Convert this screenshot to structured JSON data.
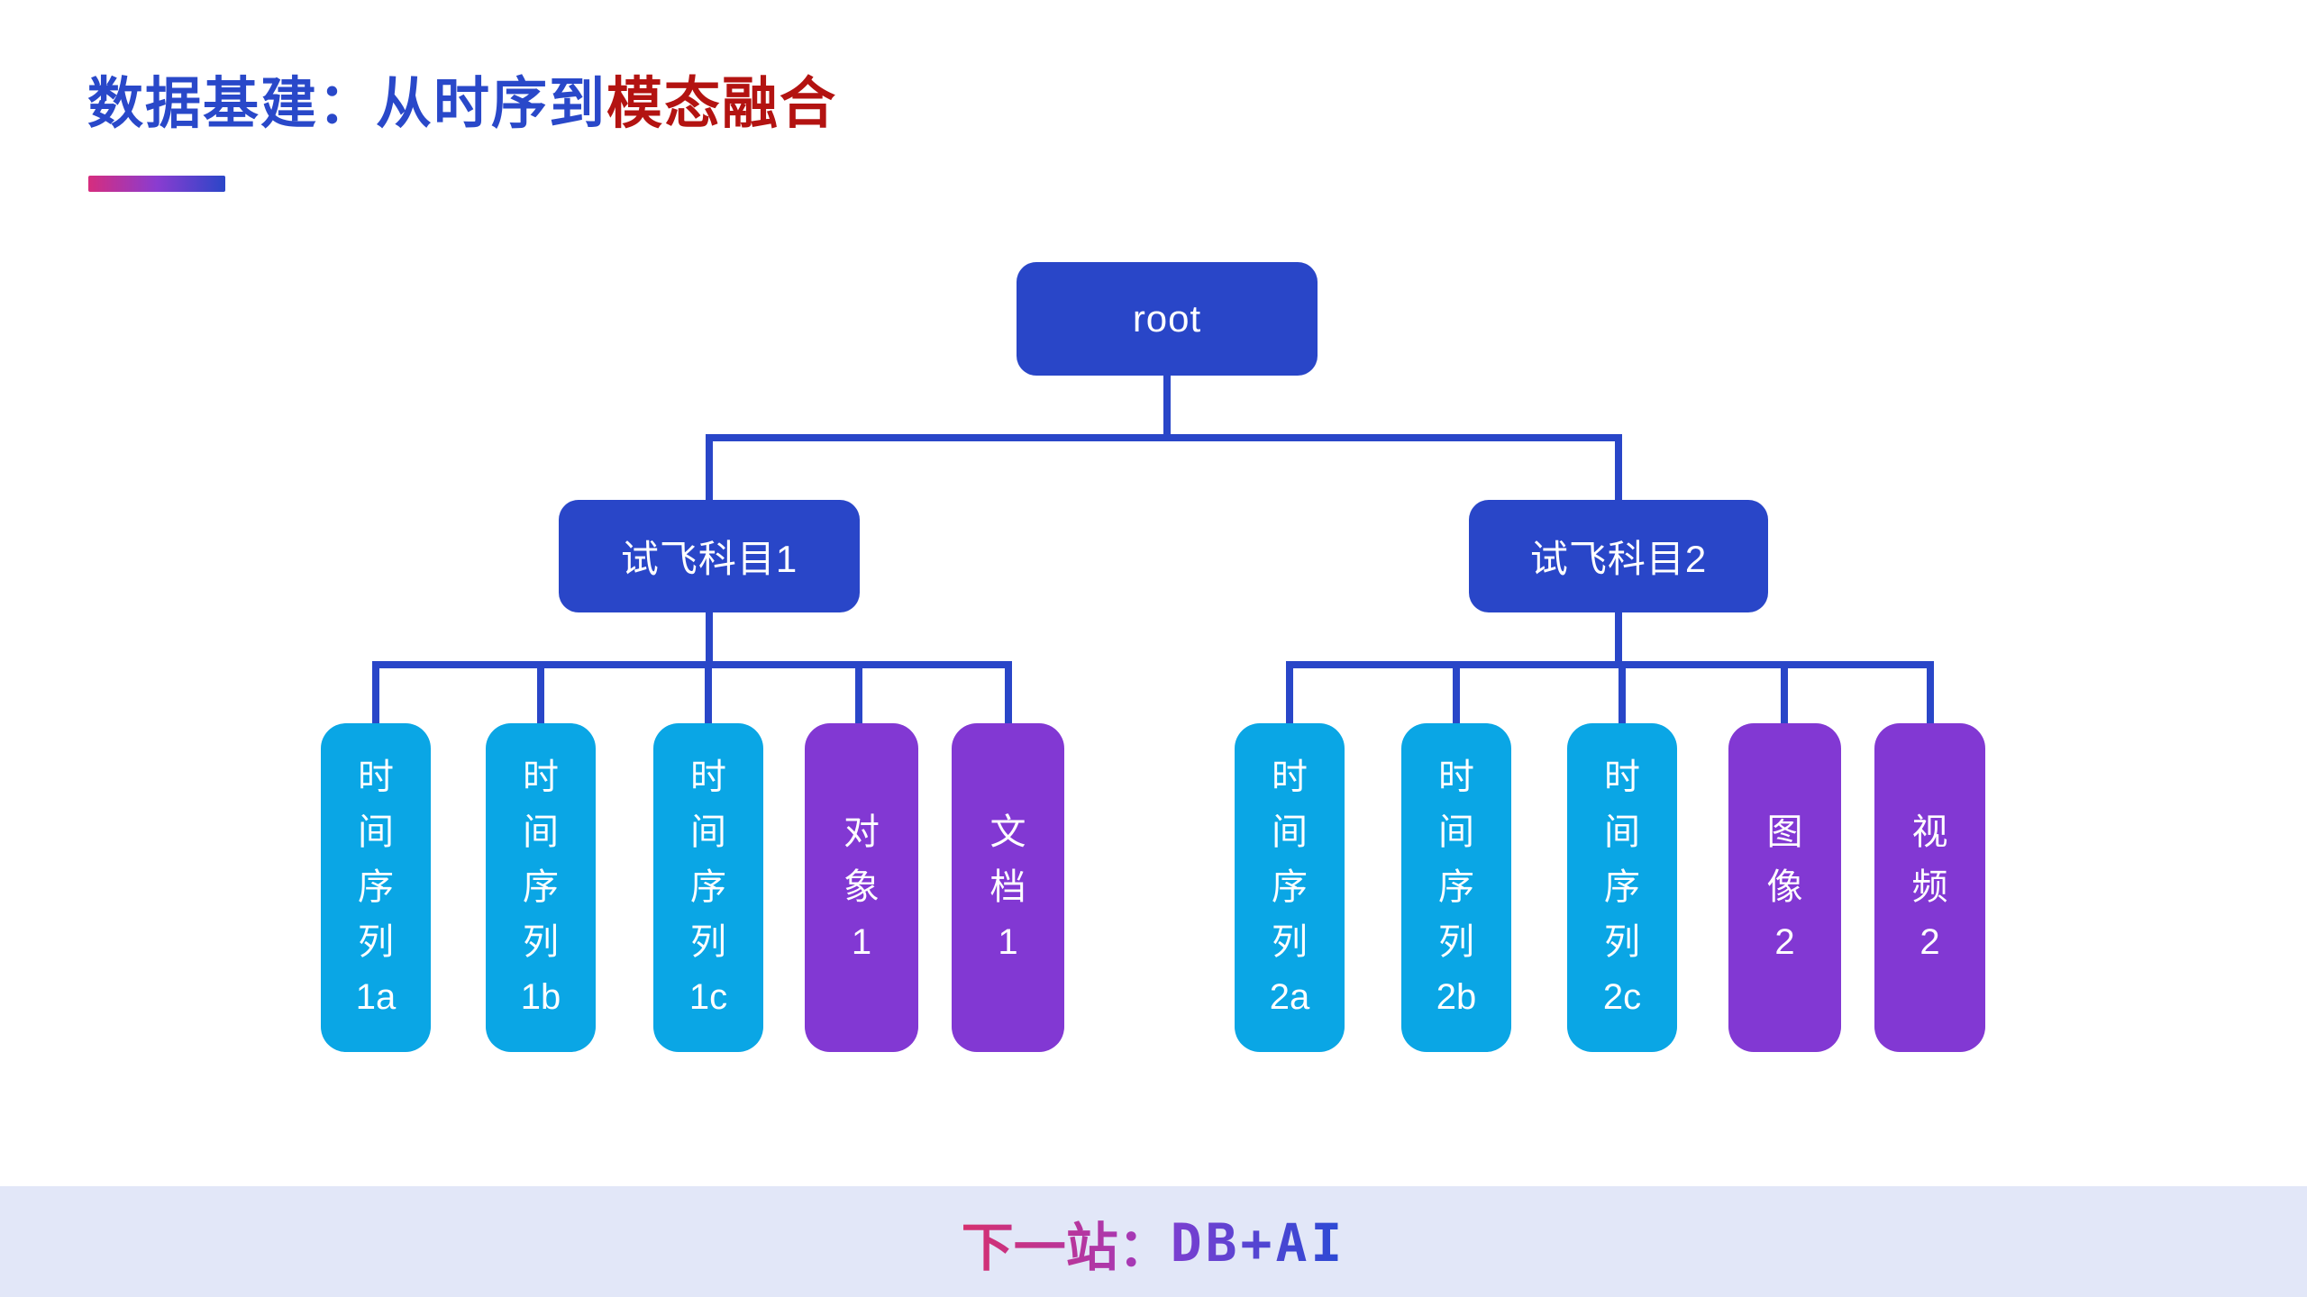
{
  "slide": {
    "title": {
      "main_text": "数据基建：从时序到",
      "accent_text": "模态融合"
    },
    "footer": {
      "highlight_text": "下一站：",
      "tech_text": "DB+AI"
    }
  },
  "tree": {
    "root": "root",
    "groups": [
      {
        "label": "试飞科目1",
        "leaves": [
          "时\n间\n序\n列\n1a",
          "时\n间\n序\n列\n1b",
          "时\n间\n序\n列\n1c",
          "对\n象\n1",
          "文\n档\n1"
        ]
      },
      {
        "label": "试飞科目2",
        "leaves": [
          "时\n间\n序\n列\n2a",
          "时\n间\n序\n列\n2b",
          "时\n间\n序\n列\n2c",
          "图\n像\n2",
          "视\n频\n2"
        ]
      }
    ]
  },
  "colors": {
    "node_blue": "#2946C8",
    "leaf_cyan": "#0AA6E5",
    "leaf_purple": "#8238D3",
    "title_blue": "#2948C9",
    "title_red": "#B31311",
    "underline_gradient": [
      "#D62D7E",
      "#8A3CD0",
      "#2B46C8"
    ],
    "footer_band": "#E2E7F8",
    "footer_gradient_pink": [
      "#D6306E",
      "#9C3BC4"
    ],
    "footer_gradient_blue": [
      "#7C3FD0",
      "#2A4AD4"
    ]
  }
}
